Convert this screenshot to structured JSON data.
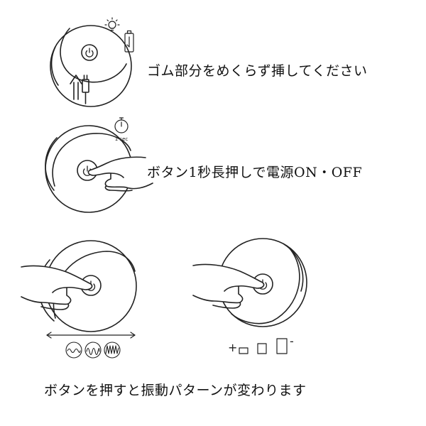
{
  "steps": [
    {
      "caption": "ゴム部分をめくらず挿してください"
    },
    {
      "caption": "ボタン1秒長押しで電源ON・OFF"
    },
    {
      "caption": "ボタンを押すと振動パターンが変わります"
    }
  ],
  "timer_label": "1 sec",
  "intensity_signs": {
    "plus": "+",
    "minus": "-"
  },
  "icons": [
    "power-icon",
    "lightbulb-icon",
    "battery-icon",
    "usb-plug-icon",
    "timer-icon",
    "wave-pattern-icon",
    "intensity-bar-icon"
  ],
  "colors": {
    "line": "#222222",
    "text": "#111111",
    "background": "#ffffff"
  }
}
